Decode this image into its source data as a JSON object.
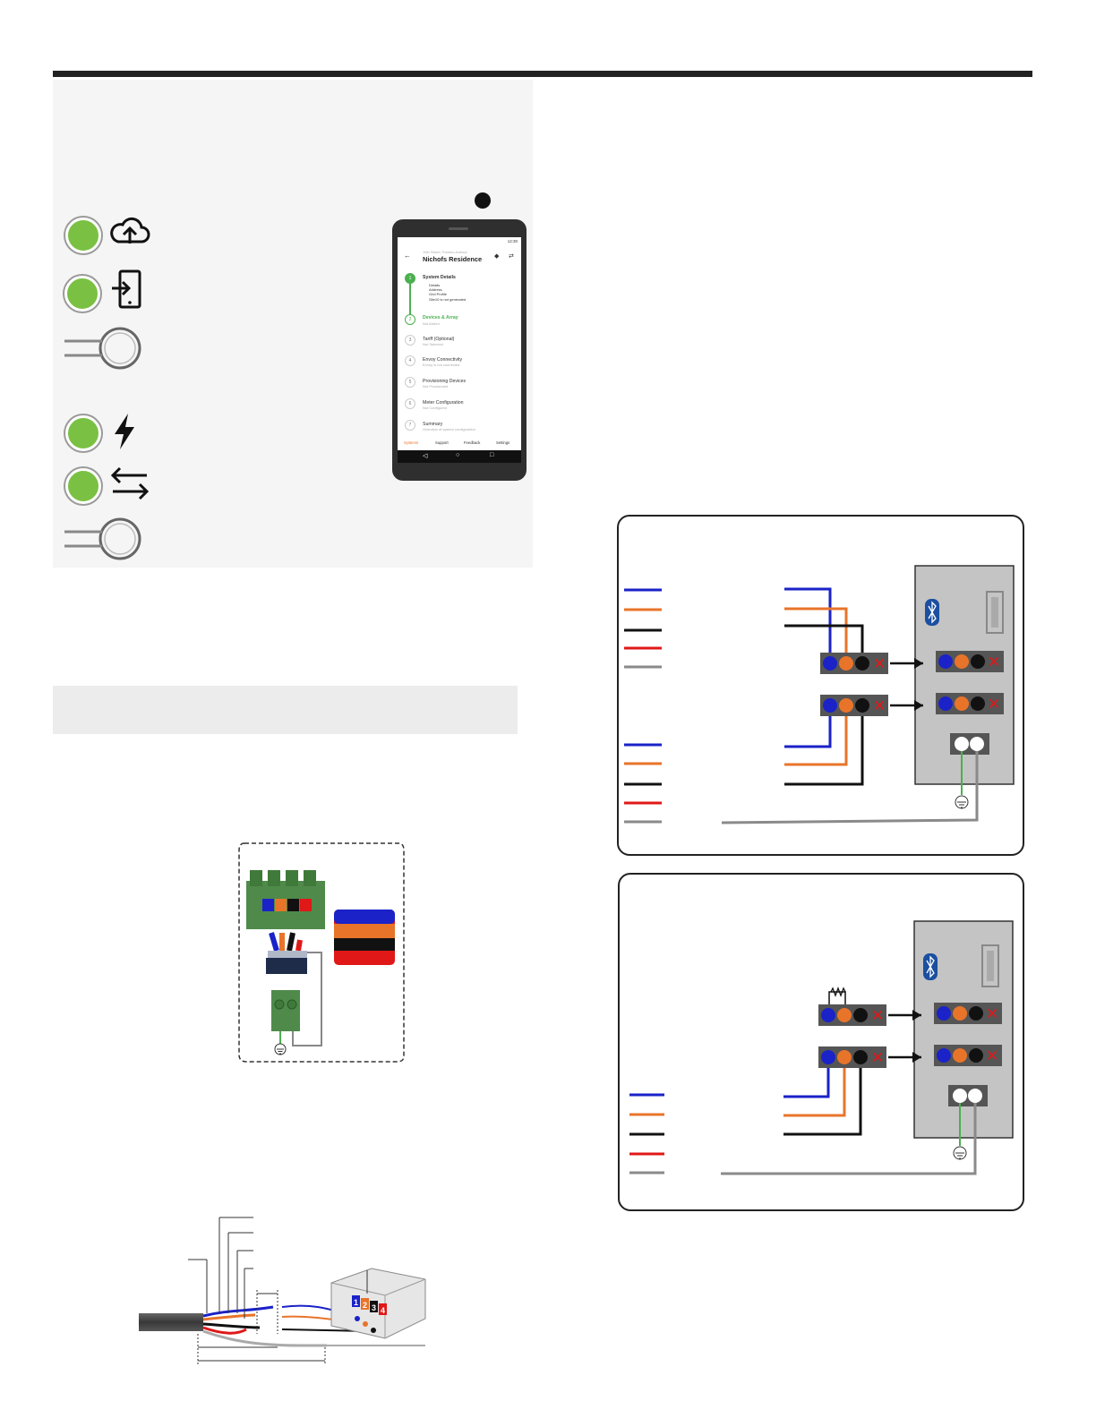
{
  "phone": {
    "time": "12:30",
    "address": "10th Street, Pomino Avenue",
    "residence": "Nichofs Residence",
    "steps": [
      {
        "num": "1",
        "title": "System Details",
        "sub": [
          "Details",
          "Address",
          "Grid Profile"
        ],
        "warn": "Site10 is not generated"
      },
      {
        "num": "2",
        "title": "Devices & Array",
        "sub_line": "Not Added"
      },
      {
        "num": "3",
        "title": "Tariff (Optional)",
        "sub_line": "Not Selected"
      },
      {
        "num": "4",
        "title": "Envoy Connectivity",
        "sub_line": "Envoy is not connected"
      },
      {
        "num": "5",
        "title": "Provisioning Devices",
        "sub_line": "Not Provisioned"
      },
      {
        "num": "6",
        "title": "Meter Configuration",
        "sub_line": "Not Configured"
      },
      {
        "num": "7",
        "title": "Summary",
        "sub_line": "Overview of system configuration"
      }
    ],
    "tabs": [
      "Systems",
      "Support",
      "Feedback",
      "Settings"
    ]
  },
  "connector_pins": [
    "1",
    "2",
    "3",
    "4"
  ],
  "icons": {
    "cloud": "cloud-upload-icon",
    "phone": "phone-connect-icon",
    "power": "lightning-icon",
    "comm": "exchange-arrows-icon",
    "bluetooth": "bluetooth-icon",
    "ground": "ground-icon"
  },
  "colors": {
    "led_green": "#7ac143",
    "wire_blue": "#1a22c8",
    "wire_orange": "#e8742a",
    "wire_black": "#111111",
    "wire_red": "#e01818",
    "wire_grey": "#8a8a8a",
    "accent_green": "#4caf50",
    "bt_blue": "#1b4fa0"
  }
}
